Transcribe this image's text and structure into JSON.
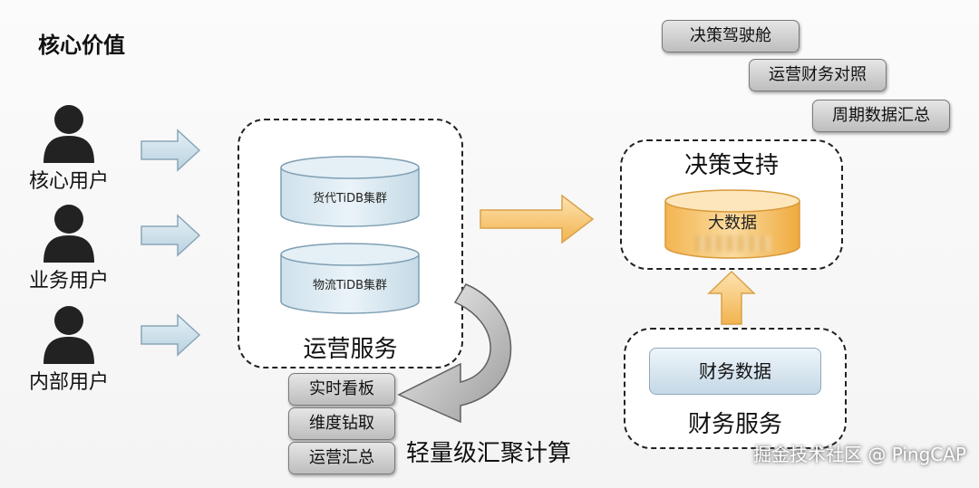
{
  "title": "核心价值",
  "users": [
    {
      "label": "核心用户"
    },
    {
      "label": "业务用户"
    },
    {
      "label": "内部用户"
    }
  ],
  "ops": {
    "label": "运营服务",
    "clusters": [
      {
        "label": "货代TiDB集群"
      },
      {
        "label": "物流TiDB集群"
      }
    ]
  },
  "light_compute": {
    "label": "轻量级汇聚计算",
    "items": [
      {
        "label": "实时看板"
      },
      {
        "label": "维度钻取"
      },
      {
        "label": "运营汇总"
      }
    ]
  },
  "decision": {
    "label": "决策支持",
    "bigdata": "大数据",
    "items": [
      {
        "label": "决策驾驶舱"
      },
      {
        "label": "运营财务对照"
      },
      {
        "label": "周期数据汇总"
      }
    ]
  },
  "finance": {
    "label": "财务服务",
    "data": "财务数据"
  },
  "watermark": "掘金技术社区 @ PingCAP",
  "colors": {
    "arrow_blue": "#cfe3ee",
    "arrow_orange": "#f7c675",
    "db_blue": "#dbeaf3",
    "db_orange": "#f6c46e"
  }
}
